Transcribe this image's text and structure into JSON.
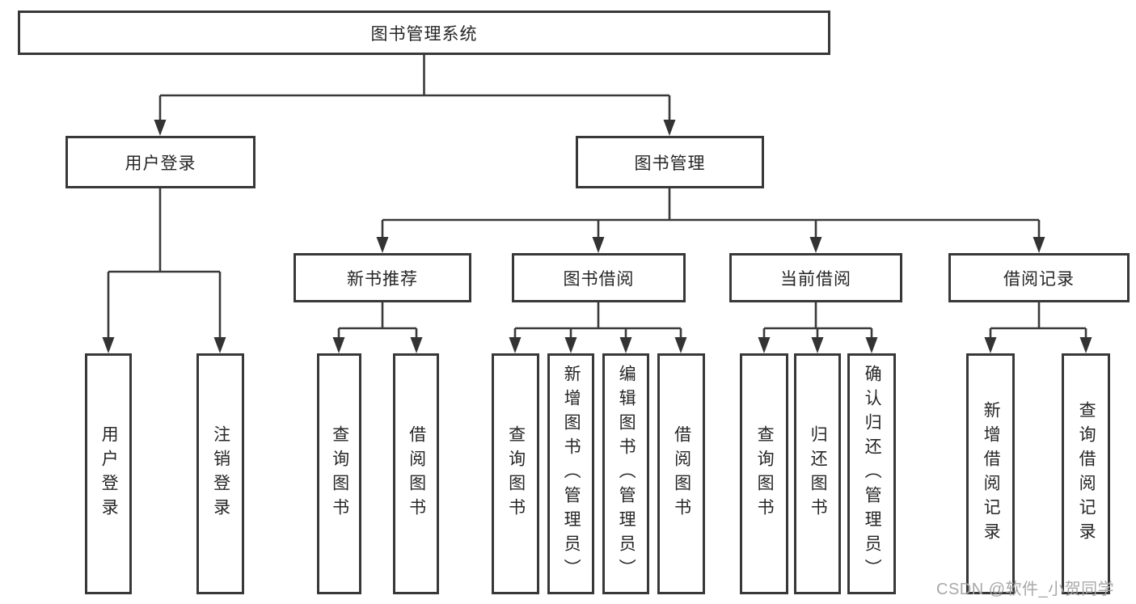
{
  "tree": {
    "root": {
      "label": "图书管理系统"
    },
    "user_login": {
      "label": "用户登录",
      "children": [
        {
          "label": "用户登录"
        },
        {
          "label": "注销登录"
        }
      ]
    },
    "book_management": {
      "label": "图书管理",
      "groups": [
        {
          "label": "新书推荐",
          "children": [
            {
              "label": "查询图书"
            },
            {
              "label": "借阅图书"
            }
          ]
        },
        {
          "label": "图书借阅",
          "children": [
            {
              "label": "查询图书"
            },
            {
              "label": "新增图书（管理员）"
            },
            {
              "label": "编辑图书（管理员）"
            },
            {
              "label": "借阅图书"
            }
          ]
        },
        {
          "label": "当前借阅",
          "children": [
            {
              "label": "查询图书"
            },
            {
              "label": "归还图书"
            },
            {
              "label": "确认归还（管理员）"
            }
          ]
        },
        {
          "label": "借阅记录",
          "children": [
            {
              "label": "新增借阅记录"
            },
            {
              "label": "查询借阅记录"
            }
          ]
        }
      ]
    }
  },
  "watermark": {
    "text": "CSDN @软件_小贺同学"
  },
  "colors": {
    "line": "#3a3a3a",
    "box_border": "#383838",
    "text": "#262626",
    "watermark": "#a8a8a8",
    "background": "#ffffff"
  }
}
